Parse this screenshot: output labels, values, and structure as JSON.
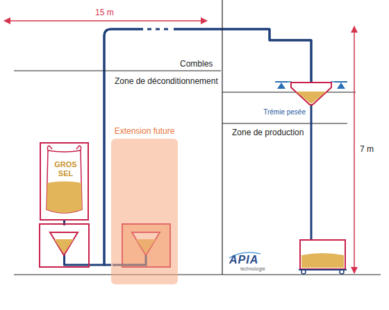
{
  "diagram": {
    "nodes": [
      {
        "text": [
          "GROS SEL"
        ]
      },
      {
        "text": [
          "Extension future"
        ]
      },
      {
        "text": [
          "Trémie pesée"
        ]
      }
    ],
    "edges": [
      {
        "from": 0,
        "to": 2,
        "arrow": "none"
      },
      {
        "from": 1,
        "to": 2,
        "arrow": "none"
      }
    ],
    "labels": [
      "15 m",
      "Combles",
      "Zone de déconditionnement",
      "Zone de production",
      "7 m",
      "APIA",
      "technologie"
    ]
  }
}
